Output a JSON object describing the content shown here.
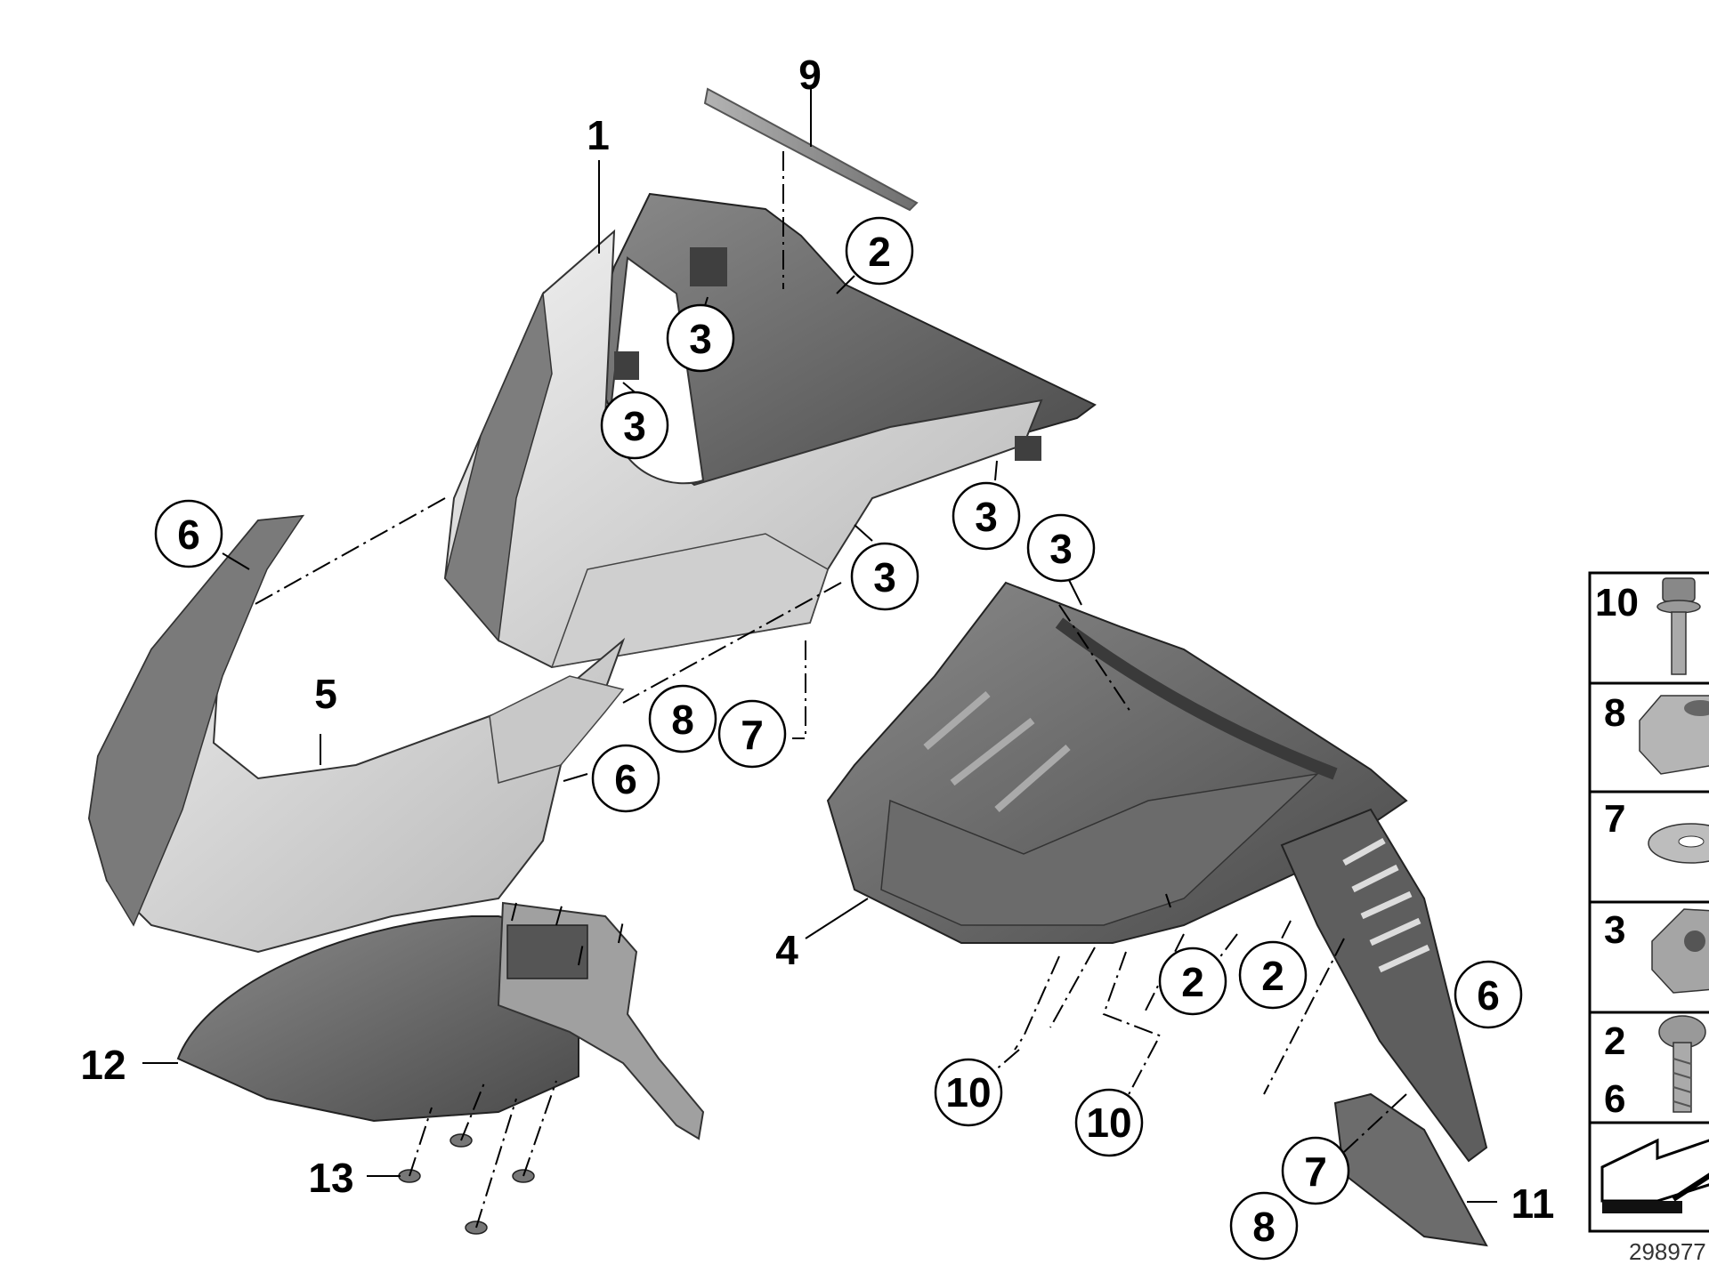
{
  "diagram_id": "298977",
  "callouts": {
    "c2a": "2",
    "c2b": "2",
    "c2c": "2",
    "c3a": "3",
    "c3b": "3",
    "c3c": "3",
    "c3d": "3",
    "c3e": "3",
    "c6a": "6",
    "c6b": "6",
    "c6c": "6",
    "c7a": "7",
    "c7b": "7",
    "c8a": "8",
    "c8b": "8",
    "c10a": "10",
    "c10b": "10"
  },
  "labels": {
    "l1": "1",
    "l4": "4",
    "l5": "5",
    "l9": "9",
    "l11": "11",
    "l12": "12",
    "l13": "13"
  },
  "legend": [
    {
      "num": "10",
      "icon": "flange-bolt-icon"
    },
    {
      "num": "8",
      "icon": "hex-nut-icon"
    },
    {
      "num": "7",
      "icon": "washer-icon"
    },
    {
      "num": "3",
      "icon": "clip-nut-icon"
    },
    {
      "num": "2",
      "num2": "6",
      "icon": "screw-icon"
    },
    {
      "num": "",
      "icon": "arrow-icon"
    }
  ],
  "colors": {
    "part_light": "#d9d9d9",
    "part_mid": "#9a9a9a",
    "part_dark": "#5f5f5f",
    "outline": "#1a1a1a"
  }
}
